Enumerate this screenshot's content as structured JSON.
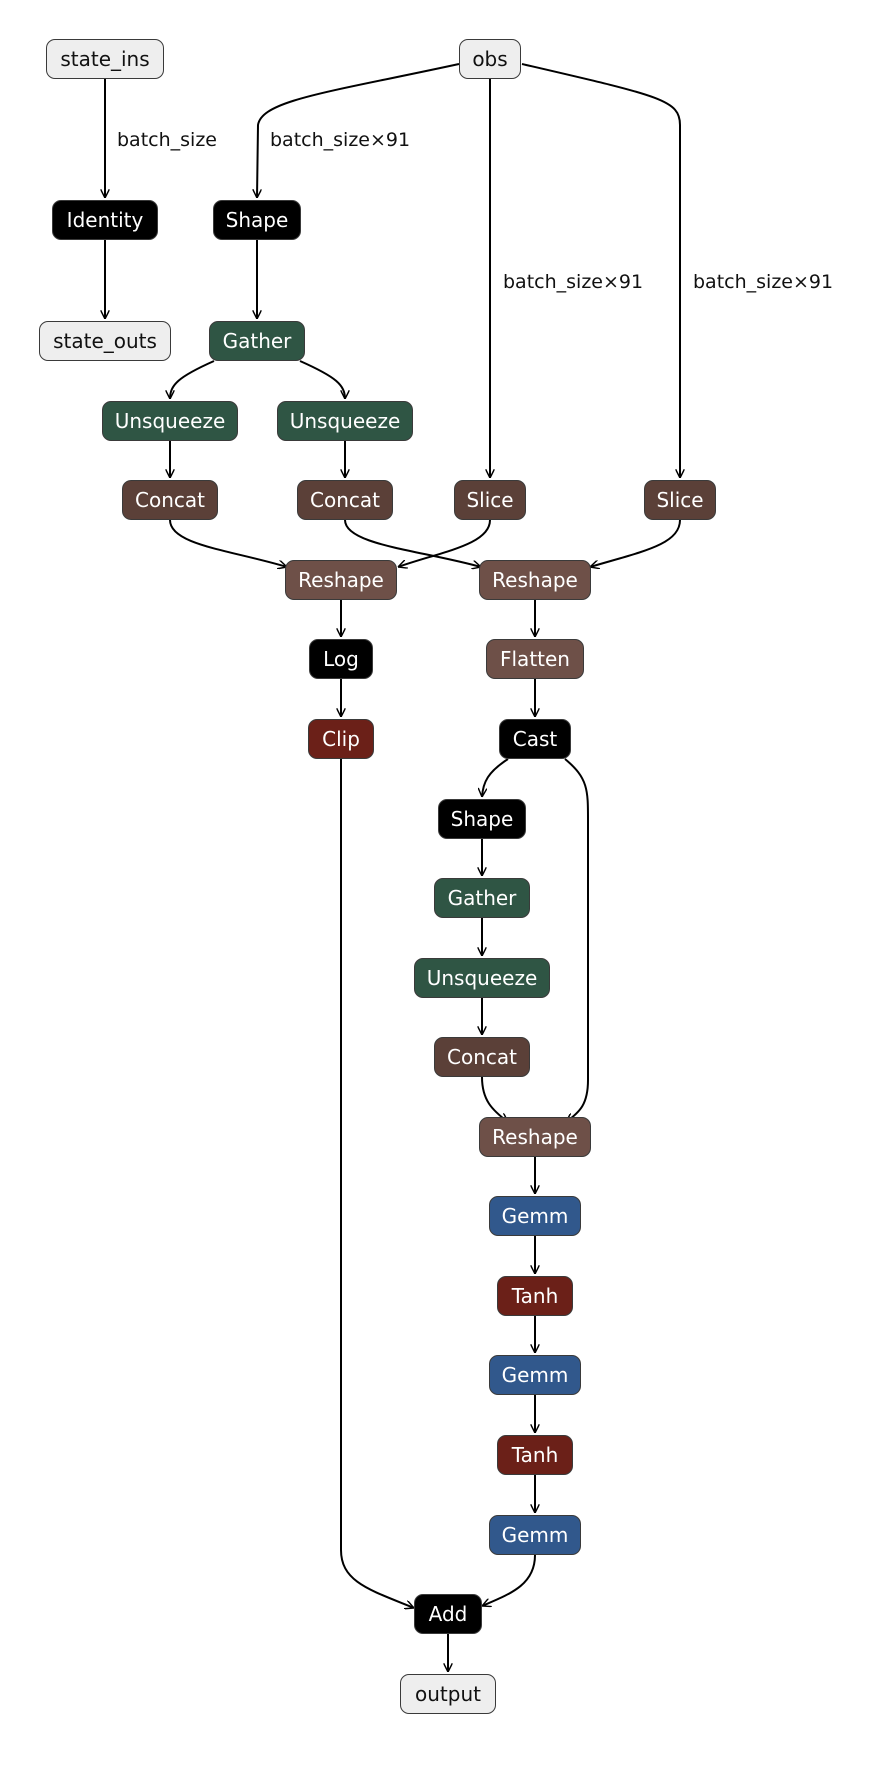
{
  "colors": {
    "io": "#eeeeee",
    "black": "#000000",
    "gather_unsqueeze": "#2f5544",
    "concat_slice": "#5b4038",
    "reshape_flatten": "#6e5048",
    "tanh_clip": "#6b2018",
    "gemm": "#31588c"
  },
  "nodes": [
    {
      "id": "state_ins",
      "label": "state_ins",
      "kind": "io"
    },
    {
      "id": "obs",
      "label": "obs",
      "kind": "io"
    },
    {
      "id": "identity",
      "label": "Identity",
      "kind": "black"
    },
    {
      "id": "shape1",
      "label": "Shape",
      "kind": "black"
    },
    {
      "id": "state_outs",
      "label": "state_outs",
      "kind": "io"
    },
    {
      "id": "gather1",
      "label": "Gather",
      "kind": "green"
    },
    {
      "id": "unsq1",
      "label": "Unsqueeze",
      "kind": "green"
    },
    {
      "id": "unsq2",
      "label": "Unsqueeze",
      "kind": "green"
    },
    {
      "id": "concat1",
      "label": "Concat",
      "kind": "brown"
    },
    {
      "id": "concat2",
      "label": "Concat",
      "kind": "brown"
    },
    {
      "id": "slice1",
      "label": "Slice",
      "kind": "brown"
    },
    {
      "id": "slice2",
      "label": "Slice",
      "kind": "brown"
    },
    {
      "id": "reshape1",
      "label": "Reshape",
      "kind": "lbrown"
    },
    {
      "id": "reshape2",
      "label": "Reshape",
      "kind": "lbrown"
    },
    {
      "id": "log",
      "label": "Log",
      "kind": "black"
    },
    {
      "id": "flatten",
      "label": "Flatten",
      "kind": "lbrown"
    },
    {
      "id": "clip",
      "label": "Clip",
      "kind": "red"
    },
    {
      "id": "cast",
      "label": "Cast",
      "kind": "black"
    },
    {
      "id": "shape2",
      "label": "Shape",
      "kind": "black"
    },
    {
      "id": "gather2",
      "label": "Gather",
      "kind": "green"
    },
    {
      "id": "unsq3",
      "label": "Unsqueeze",
      "kind": "green"
    },
    {
      "id": "concat3",
      "label": "Concat",
      "kind": "brown"
    },
    {
      "id": "reshape3",
      "label": "Reshape",
      "kind": "lbrown"
    },
    {
      "id": "gemm1",
      "label": "Gemm",
      "kind": "blue"
    },
    {
      "id": "tanh1",
      "label": "Tanh",
      "kind": "red"
    },
    {
      "id": "gemm2",
      "label": "Gemm",
      "kind": "blue"
    },
    {
      "id": "tanh2",
      "label": "Tanh",
      "kind": "red"
    },
    {
      "id": "gemm3",
      "label": "Gemm",
      "kind": "blue"
    },
    {
      "id": "add",
      "label": "Add",
      "kind": "black"
    },
    {
      "id": "output",
      "label": "output",
      "kind": "io"
    }
  ],
  "edges": [
    {
      "from": "state_ins",
      "to": "identity",
      "label": "batch_size"
    },
    {
      "from": "identity",
      "to": "state_outs",
      "label": ""
    },
    {
      "from": "obs",
      "to": "shape1",
      "label": "batch_size×91"
    },
    {
      "from": "obs",
      "to": "slice1",
      "label": "batch_size×91"
    },
    {
      "from": "obs",
      "to": "slice2",
      "label": "batch_size×91"
    },
    {
      "from": "shape1",
      "to": "gather1",
      "label": ""
    },
    {
      "from": "gather1",
      "to": "unsq1",
      "label": ""
    },
    {
      "from": "gather1",
      "to": "unsq2",
      "label": ""
    },
    {
      "from": "unsq1",
      "to": "concat1",
      "label": ""
    },
    {
      "from": "unsq2",
      "to": "concat2",
      "label": ""
    },
    {
      "from": "concat1",
      "to": "reshape1",
      "label": ""
    },
    {
      "from": "slice1",
      "to": "reshape1",
      "label": ""
    },
    {
      "from": "concat2",
      "to": "reshape2",
      "label": ""
    },
    {
      "from": "slice2",
      "to": "reshape2",
      "label": ""
    },
    {
      "from": "reshape1",
      "to": "log",
      "label": ""
    },
    {
      "from": "log",
      "to": "clip",
      "label": ""
    },
    {
      "from": "reshape2",
      "to": "flatten",
      "label": ""
    },
    {
      "from": "flatten",
      "to": "cast",
      "label": ""
    },
    {
      "from": "cast",
      "to": "shape2",
      "label": ""
    },
    {
      "from": "cast",
      "to": "reshape3",
      "label": ""
    },
    {
      "from": "shape2",
      "to": "gather2",
      "label": ""
    },
    {
      "from": "gather2",
      "to": "unsq3",
      "label": ""
    },
    {
      "from": "unsq3",
      "to": "concat3",
      "label": ""
    },
    {
      "from": "concat3",
      "to": "reshape3",
      "label": ""
    },
    {
      "from": "reshape3",
      "to": "gemm1",
      "label": ""
    },
    {
      "from": "gemm1",
      "to": "tanh1",
      "label": ""
    },
    {
      "from": "tanh1",
      "to": "gemm2",
      "label": ""
    },
    {
      "from": "gemm2",
      "to": "tanh2",
      "label": ""
    },
    {
      "from": "tanh2",
      "to": "gemm3",
      "label": ""
    },
    {
      "from": "clip",
      "to": "add",
      "label": ""
    },
    {
      "from": "gemm3",
      "to": "add",
      "label": ""
    },
    {
      "from": "add",
      "to": "output",
      "label": ""
    }
  ]
}
